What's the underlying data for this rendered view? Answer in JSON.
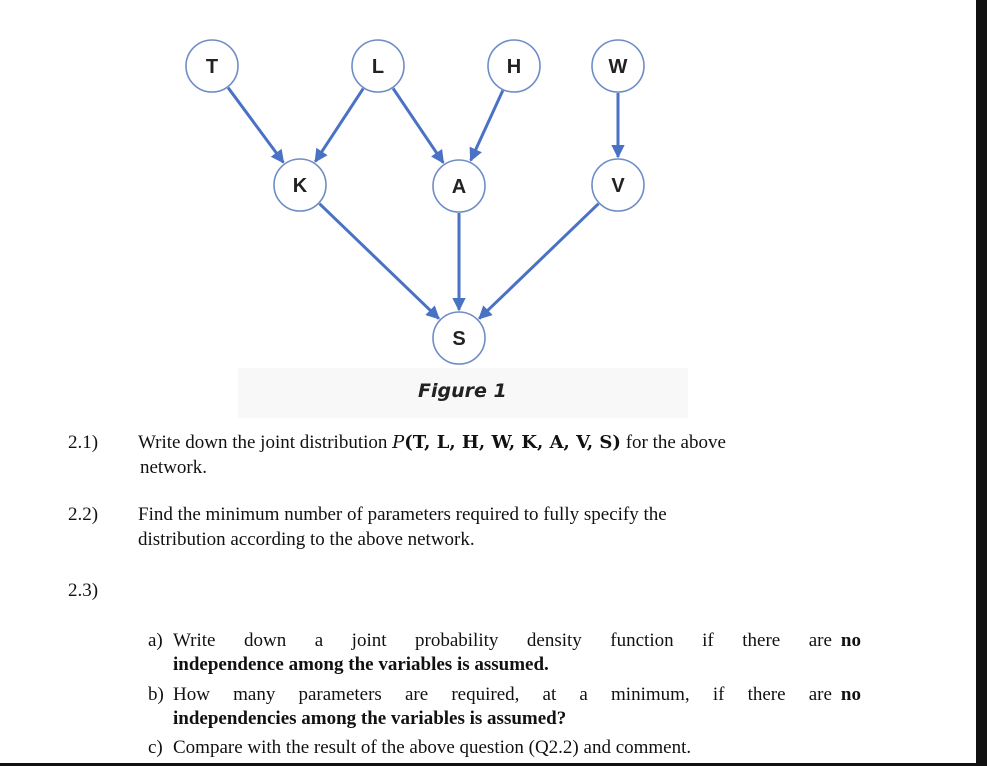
{
  "figure": {
    "caption": "Figure 1",
    "nodes": [
      {
        "id": "T",
        "label": "T"
      },
      {
        "id": "L",
        "label": "L"
      },
      {
        "id": "H",
        "label": "H"
      },
      {
        "id": "W",
        "label": "W"
      },
      {
        "id": "K",
        "label": "K"
      },
      {
        "id": "A",
        "label": "A"
      },
      {
        "id": "V",
        "label": "V"
      },
      {
        "id": "S",
        "label": "S"
      }
    ],
    "edges": [
      {
        "from": "T",
        "to": "K"
      },
      {
        "from": "L",
        "to": "K"
      },
      {
        "from": "L",
        "to": "A"
      },
      {
        "from": "H",
        "to": "A"
      },
      {
        "from": "W",
        "to": "V"
      },
      {
        "from": "K",
        "to": "S"
      },
      {
        "from": "A",
        "to": "S"
      },
      {
        "from": "V",
        "to": "S"
      }
    ]
  },
  "questions": {
    "q1": {
      "number": "2.1)",
      "text_before": "Write down the joint distribution ",
      "math_fn": "P",
      "math_args": "(T, L, H, W, K, A, V, S)",
      "text_after": " for the above",
      "text_line2": "network."
    },
    "q2": {
      "number": "2.2)",
      "line1": "Find the minimum number of parameters required to fully specify the",
      "line2": "distribution according to the above network."
    },
    "q3": {
      "number": "2.3)",
      "a": {
        "marker": "a)",
        "line1": "Write down a joint probability density function if there are",
        "line1_bold": "no",
        "line2_bold": "independence among the variables is assumed."
      },
      "b": {
        "marker": "b)",
        "line1": "How many parameters are required, at a minimum, if there are",
        "line1_bold": "no",
        "line2_bold": "independencies among the variables is assumed?"
      },
      "c": {
        "marker": "c)",
        "line1": "Compare with the result of the above question (Q2.2) and comment."
      }
    }
  }
}
